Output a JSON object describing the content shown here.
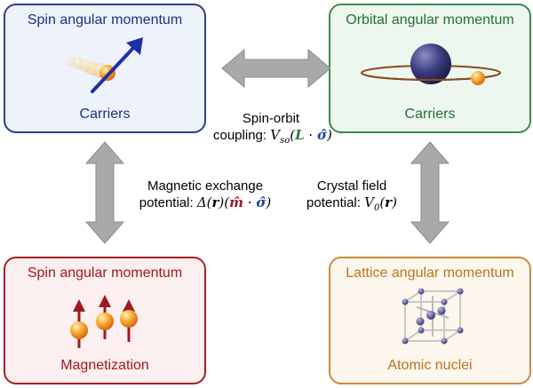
{
  "boxes": {
    "spin_carriers": {
      "title": "Spin angular momentum",
      "subtitle": "Carriers"
    },
    "orbital_carriers": {
      "title": "Orbital angular momentum",
      "subtitle": "Carriers"
    },
    "spin_magnetization": {
      "title": "Spin angular momentum",
      "subtitle": "Magnetization"
    },
    "lattice": {
      "title": "Lattice angular momentum",
      "subtitle": "Atomic nuclei"
    }
  },
  "couplings": {
    "spin_orbit": {
      "line1": "Spin-orbit",
      "line2_prefix": "coupling: ",
      "V": "V",
      "sub": "so",
      "open": "(",
      "L": "L",
      "dot": " · ",
      "sigma": "σ̂",
      "close": ")"
    },
    "magnetic_exchange": {
      "line1": "Magnetic exchange",
      "line2_prefix": "potential: ",
      "delta": "Δ(",
      "r": "r",
      "mid": ")(",
      "m": "m̂",
      "dot": " · ",
      "sigma": "σ̂",
      "close": ")"
    },
    "crystal_field": {
      "line1": "Crystal field",
      "line2_prefix": "potential: ",
      "V": "V",
      "sub": "0",
      "open": "(",
      "r": "r",
      "close": ")"
    }
  },
  "colors": {
    "arrow_fill": "#a9a9a9",
    "arrow_stroke": "#8a8a8a",
    "sphere_orange": "#f39a1e",
    "spin_arrow_blue": "#1f2fa8",
    "spin_arrow_red": "#a01820",
    "nucleus_purple": "#3b3a78",
    "orbit_brown": "#8a4a20"
  }
}
